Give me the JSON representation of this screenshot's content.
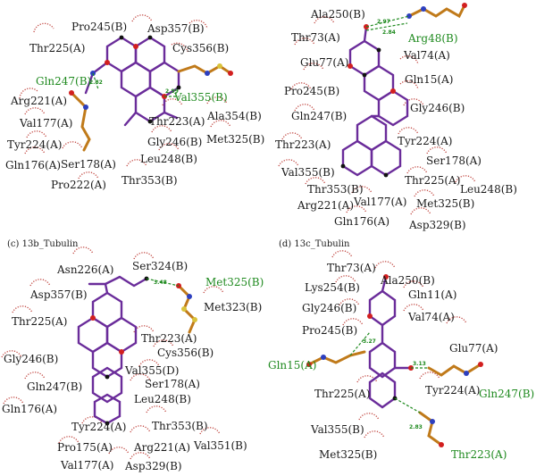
{
  "panels": [
    {
      "id": "a",
      "caption": "",
      "residues": [
        "Pro245(B)",
        "Asp357(B)",
        "Thr225(A)",
        "Cys356(B)",
        "Arg221(A)",
        "Val177(A)",
        "Tyr224(A)",
        "Gln176(A)",
        "Pro222(A)",
        "Ser178(A)",
        "Thr353(B)",
        "Leu248(B)",
        "Gly246(B)",
        "Thr223(A)",
        "Ala354(B)",
        "Met325(B)"
      ],
      "hbond_residues": [
        "Gln247(B)",
        "Val355(B)"
      ],
      "distances": [
        "2.82",
        "2.99"
      ]
    },
    {
      "id": "b",
      "caption": "",
      "residues": [
        "Ala250(B)",
        "Thr73(A)",
        "Glu77(A)",
        "Val74(A)",
        "Gln15(A)",
        "Pro245(B)",
        "Gly246(B)",
        "Gln247(B)",
        "Tyr224(A)",
        "Thr223(A)",
        "Ser178(A)",
        "Val355(B)",
        "Thr225(A)",
        "Leu248(B)",
        "Thr353(B)",
        "Arg221(A)",
        "Val177(A)",
        "Met325(B)",
        "Gln176(A)",
        "Asp329(B)"
      ],
      "hbond_residues": [
        "Arg48(B)"
      ],
      "distances": [
        "2.97",
        "2.84"
      ]
    },
    {
      "id": "c",
      "caption": "(c) 13b_Tubulin",
      "residues": [
        "Asn226(A)",
        "Ser324(B)",
        "Asp357(B)",
        "Met323(B)",
        "Thr225(A)",
        "Thr223(A)",
        "Cys356(B)",
        "Gly246(B)",
        "Val355(D)",
        "Ser178(A)",
        "Gln247(B)",
        "Leu248(B)",
        "Gln176(A)",
        "Thr353(B)",
        "Tyr224(A)",
        "Pro175(A)",
        "Arg221(A)",
        "Val351(B)",
        "Val177(A)",
        "Asp329(B)"
      ],
      "hbond_residues": [
        "Met325(B)"
      ],
      "distances": [
        "3.48"
      ]
    },
    {
      "id": "d",
      "caption": "(d) 13c_Tubulin",
      "residues": [
        "Thr73(A)",
        "Ala250(B)",
        "Lys254(B)",
        "Gln11(A)",
        "Gly246(B)",
        "Val74(A)",
        "Pro245(B)",
        "Glu77(A)",
        "Thr225(A)",
        "Tyr224(A)",
        "Val355(B)",
        "Met325(B)"
      ],
      "hbond_residues": [
        "Gln15(A)",
        "Gln247(B)",
        "Thr223(A)"
      ],
      "distances": [
        "3.27",
        "3.13",
        "2.83"
      ]
    }
  ]
}
